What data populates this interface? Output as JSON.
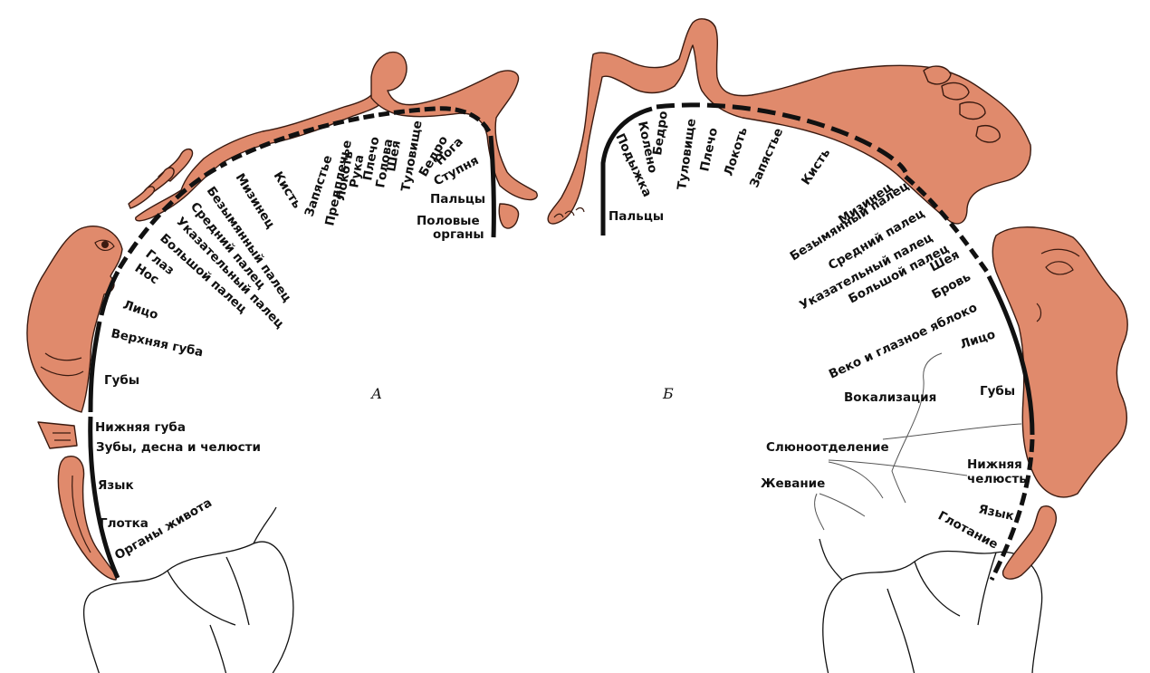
{
  "panels": {
    "left": "А",
    "right": "Б"
  },
  "left_labels": [
    "Нога",
    "Бедро",
    "Туловище",
    "Шея",
    "Голова",
    "Плечо",
    "Рука",
    "Локоть",
    "Предплечье",
    "Запястье",
    "Кисть",
    "Мизинец",
    "Безымянный палец",
    "Средний палец",
    "Указательный палец",
    "Большой палец",
    "Глаз",
    "Нос",
    "Лицо",
    "Верхняя губа",
    "Губы",
    "Нижняя губа",
    "Зубы, десна и челюсти",
    "Язык",
    "Глотка",
    "Органы живота",
    "Ступня",
    "Пальцы",
    "Половые",
    "органы"
  ],
  "right_labels": [
    "Пальцы",
    "Подыжка",
    "Колено",
    "Бедро",
    "Туловище",
    "Плечо",
    "Локоть",
    "Запястье",
    "Кисть",
    "Мизинец",
    "Безымянный палец",
    "Средний палец",
    "Указательный палец",
    "Большой палец",
    "Шея",
    "Бровь",
    "Веко и глазное яблоко",
    "Лицо",
    "Вокализация",
    "Губы",
    "Слюноотделение",
    "Нижняя",
    "челюсть",
    "Жевание",
    "Язык",
    "Глотание"
  ],
  "colors": {
    "flesh": "#e08a6c",
    "outline": "#3a1a10",
    "ink": "#111111"
  }
}
